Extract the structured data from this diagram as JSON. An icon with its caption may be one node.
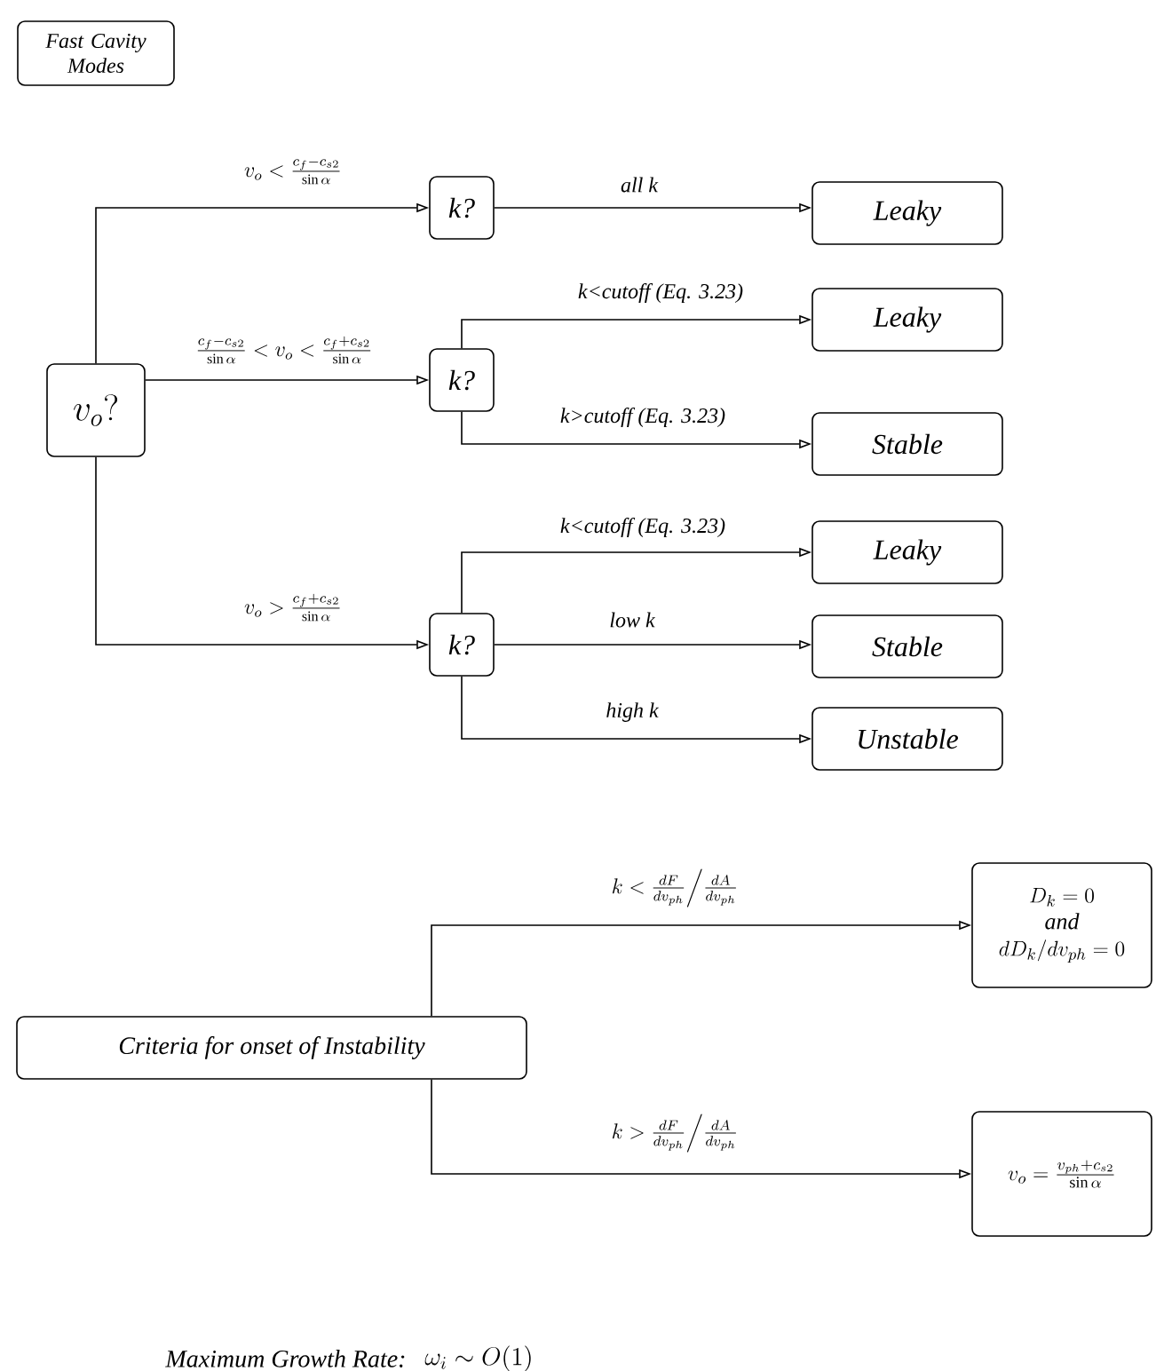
{
  "diagram": {
    "nodes": [
      {
        "text": [
          "Fast Cavity Modes"
        ]
      },
      {
        "text": [
          "v_o?"
        ]
      },
      {
        "text": [
          "k?"
        ]
      },
      {
        "text": [
          "Leaky"
        ]
      },
      {
        "text": [
          "k?"
        ]
      },
      {
        "text": [
          "Leaky"
        ]
      },
      {
        "text": [
          "Stable"
        ]
      },
      {
        "text": [
          "k?"
        ]
      },
      {
        "text": [
          "Leaky"
        ]
      },
      {
        "text": [
          "Stable"
        ]
      },
      {
        "text": [
          "Unstable"
        ]
      },
      {
        "text": [
          "Criteria for onset of Instability"
        ]
      },
      {
        "text": [
          "D_k=0",
          "and",
          "dD_k/dv_{ph}=0"
        ]
      },
      {
        "text": [
          "v_o=\\frac{v_{ph}+c_{s2}}{\\sin\\alpha}"
        ]
      }
    ],
    "edges": [
      {
        "from": 1,
        "to": 2,
        "arrow": "to",
        "label": "v_o<\\frac{c_f-c_{s2}}{\\sin\\alpha}"
      },
      {
        "from": 2,
        "to": 3,
        "arrow": "to",
        "label": "all k"
      },
      {
        "from": 1,
        "to": 4,
        "arrow": "to",
        "label": "\\frac{c_f-c_{s2}}{\\sin\\alpha}<v_o<\\frac{c_f+c_{s2}}{\\sin\\alpha}"
      },
      {
        "from": 4,
        "to": 5,
        "arrow": "to",
        "label": "k<cutoff (Eq. 3.23)"
      },
      {
        "from": 4,
        "to": 6,
        "arrow": "to",
        "label": "k>cutoff (Eq. 3.23)"
      },
      {
        "from": 1,
        "to": 7,
        "arrow": "to",
        "label": "v_o>\\frac{c_f+c_{s2}}{\\sin\\alpha}"
      },
      {
        "from": 7,
        "to": 8,
        "arrow": "to",
        "label": "k<cutoff (Eq. 3.23)"
      },
      {
        "from": 7,
        "to": 9,
        "arrow": "to",
        "label": "low k"
      },
      {
        "from": 7,
        "to": 10,
        "arrow": "to",
        "label": "high k"
      },
      {
        "from": 11,
        "to": 12,
        "arrow": "to",
        "label": "k<\\frac{dF}{dv_{ph}}\\Big/\\frac{dA}{dv_{ph}}"
      },
      {
        "from": 11,
        "to": 13,
        "arrow": "to",
        "label": "k>\\frac{dF}{dv_{ph}}\\Big/\\frac{dA}{dv_{ph}}"
      }
    ],
    "labels": [
      "Maximum Growth Rate:",
      "\\omega_i\\sim O(1)"
    ]
  }
}
